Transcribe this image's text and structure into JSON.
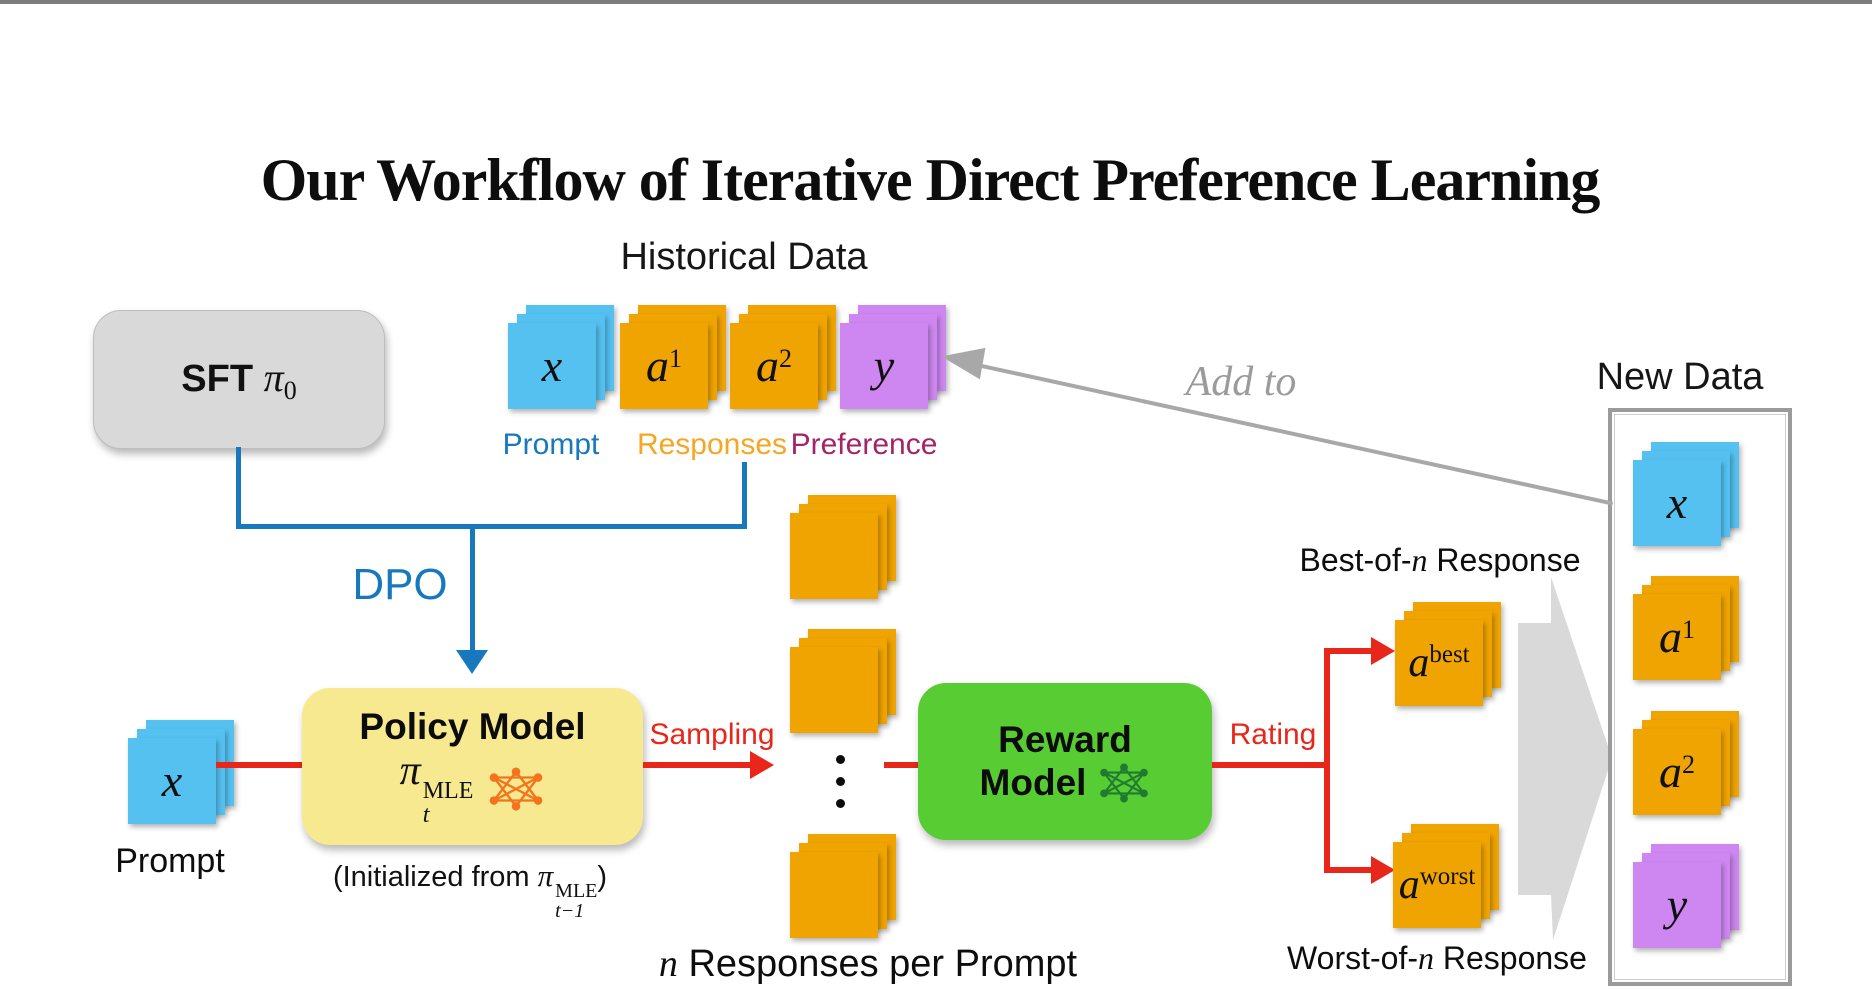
{
  "title": "Our Workflow of Iterative Direct Preference Learning",
  "historical": {
    "heading": "Historical Data",
    "stacks": [
      {
        "base": "x",
        "sup": ""
      },
      {
        "base": "a",
        "sup": "1"
      },
      {
        "base": "a",
        "sup": "2"
      },
      {
        "base": "y",
        "sup": ""
      }
    ],
    "col_labels": [
      {
        "text": "Prompt"
      },
      {
        "text": "Responses"
      },
      {
        "text": "Preference"
      }
    ]
  },
  "sft": {
    "name": "SFT",
    "pi": "π",
    "sub": "0"
  },
  "dpo": {
    "label": "DPO"
  },
  "prompt": {
    "base": "x",
    "sup": "",
    "label": "Prompt"
  },
  "policy": {
    "title": "Policy Model",
    "pi": "π",
    "sub": "t",
    "sup": "MLE",
    "icon": "neural-network",
    "caption_pre": "(Initialized from ",
    "caption_pi": "π",
    "caption_sub": "t−1",
    "caption_sup": "MLE",
    "caption_post": ")"
  },
  "sampling": {
    "label": "Sampling"
  },
  "responses_caption": {
    "n": "n",
    "rest": " Responses per Prompt"
  },
  "reward": {
    "line1": "Reward",
    "line2": "Model",
    "icon": "neural-network"
  },
  "rating": {
    "label": "Rating"
  },
  "best": {
    "pre": "Best-of-",
    "n": "n",
    "post": " Response",
    "base": "a",
    "sup": "best"
  },
  "worst": {
    "pre": "Worst-of-",
    "n": "n",
    "post": " Response",
    "base": "a",
    "sup": "worst"
  },
  "add_to": {
    "label": "Add to"
  },
  "new_data": {
    "heading": "New Data",
    "stacks": [
      {
        "base": "x",
        "sup": ""
      },
      {
        "base": "a",
        "sup": "1"
      },
      {
        "base": "a",
        "sup": "2"
      },
      {
        "base": "y",
        "sup": ""
      }
    ]
  },
  "colors": {
    "prompt_card": "#55C1F1",
    "response_card": "#F0A402",
    "preference_card": "#CE87F0",
    "sft_box": "#D9D9D9",
    "policy_box": "#F7E98F",
    "reward_box": "#58CC33",
    "flow_blue": "#1878BE",
    "flow_red": "#E8261A",
    "label_prompt": "#1878BE",
    "label_responses": "#F5A623",
    "label_preference": "#A42567",
    "gray_big_arrow": "#D9D9D9",
    "sketch_gray": "#9B9B9B",
    "policy_icon": "#F4731C",
    "reward_icon": "#1E7B2F"
  }
}
